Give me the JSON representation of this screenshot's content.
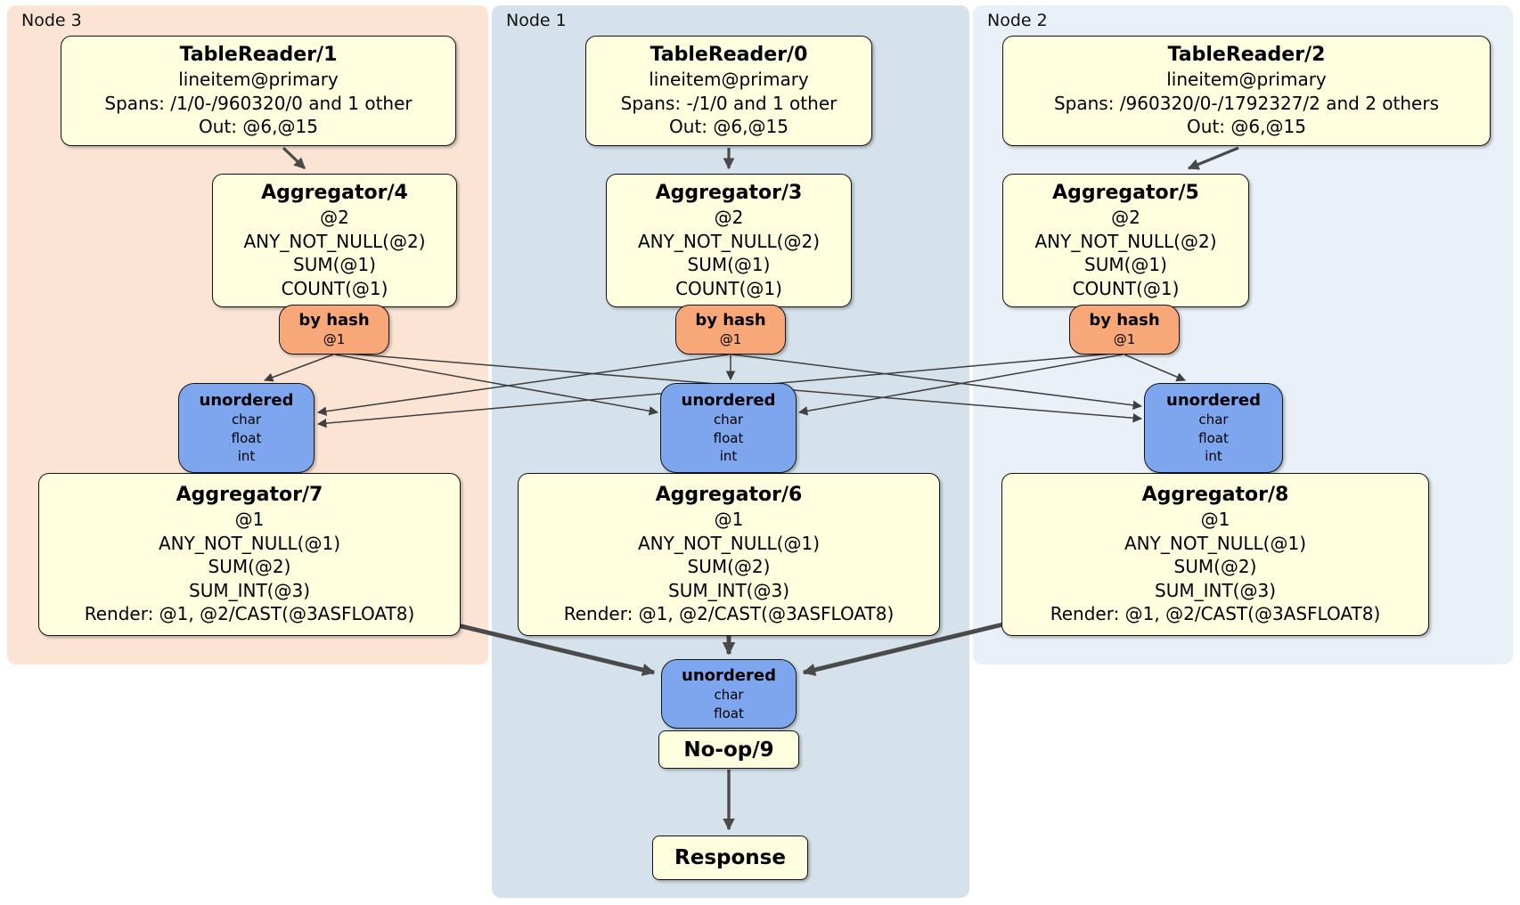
{
  "regions": [
    {
      "label": "Node 3"
    },
    {
      "label": "Node 1"
    },
    {
      "label": "Node 2"
    }
  ],
  "colors": {
    "processor_fill": "#ffffdf",
    "router_fill": "#f8a878",
    "sync_fill": "#7ea6ee",
    "region_node3": "#fce4d5",
    "region_node1": "#d5e2eb",
    "region_node2": "#eaf0f8",
    "edge": "#3f3f3f"
  },
  "boxes": {
    "tr1": {
      "title": "TableReader/1",
      "lines": [
        "lineitem@primary",
        "Spans: /1/0-/960320/0 and 1 other",
        "Out: @6,@15"
      ]
    },
    "tr0": {
      "title": "TableReader/0",
      "lines": [
        "lineitem@primary",
        "Spans: -/1/0 and 1 other",
        "Out: @6,@15"
      ]
    },
    "tr2": {
      "title": "TableReader/2",
      "lines": [
        "lineitem@primary",
        "Spans: /960320/0-/1792327/2 and 2 others",
        "Out: @6,@15"
      ]
    },
    "agg4": {
      "title": "Aggregator/4",
      "lines": [
        "@2",
        "ANY_NOT_NULL(@2)",
        "SUM(@1)",
        "COUNT(@1)"
      ]
    },
    "agg3": {
      "title": "Aggregator/3",
      "lines": [
        "@2",
        "ANY_NOT_NULL(@2)",
        "SUM(@1)",
        "COUNT(@1)"
      ]
    },
    "agg5": {
      "title": "Aggregator/5",
      "lines": [
        "@2",
        "ANY_NOT_NULL(@2)",
        "SUM(@1)",
        "COUNT(@1)"
      ]
    },
    "hash3": {
      "title": "by hash",
      "lines": [
        "@1"
      ]
    },
    "hash1": {
      "title": "by hash",
      "lines": [
        "@1"
      ]
    },
    "hash2": {
      "title": "by hash",
      "lines": [
        "@1"
      ]
    },
    "un3": {
      "title": "unordered",
      "lines": [
        "char",
        "float",
        "int"
      ]
    },
    "un1": {
      "title": "unordered",
      "lines": [
        "char",
        "float",
        "int"
      ]
    },
    "un2": {
      "title": "unordered",
      "lines": [
        "char",
        "float",
        "int"
      ]
    },
    "agg7": {
      "title": "Aggregator/7",
      "lines": [
        "@1",
        "ANY_NOT_NULL(@1)",
        "SUM(@2)",
        "SUM_INT(@3)",
        "Render: @1, @2/CAST(@3ASFLOAT8)"
      ]
    },
    "agg6": {
      "title": "Aggregator/6",
      "lines": [
        "@1",
        "ANY_NOT_NULL(@1)",
        "SUM(@2)",
        "SUM_INT(@3)",
        "Render: @1, @2/CAST(@3ASFLOAT8)"
      ]
    },
    "agg8": {
      "title": "Aggregator/8",
      "lines": [
        "@1",
        "ANY_NOT_NULL(@1)",
        "SUM(@2)",
        "SUM_INT(@3)",
        "Render: @1, @2/CAST(@3ASFLOAT8)"
      ]
    },
    "unfinal": {
      "title": "unordered",
      "lines": [
        "char",
        "float"
      ]
    },
    "noop": {
      "title": "No-op/9"
    },
    "response": {
      "title": "Response"
    }
  }
}
